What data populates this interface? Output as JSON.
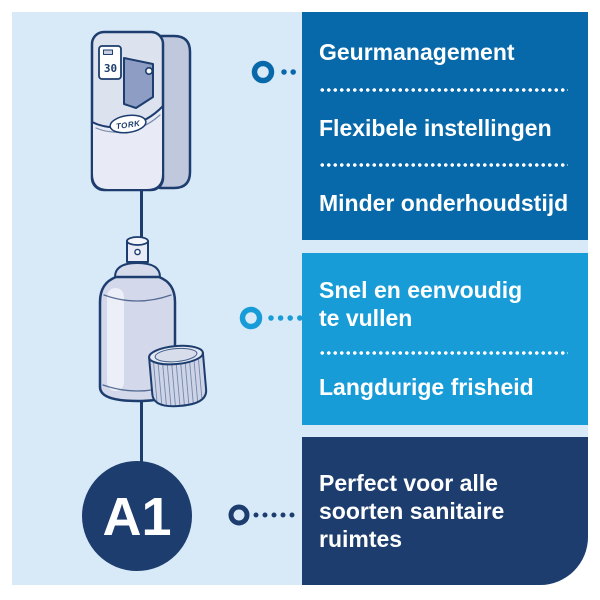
{
  "colors": {
    "background": "#D8EAF8",
    "margin": "#FFFFFF",
    "panel_top": "#0769A9",
    "panel_middle": "#189CD8",
    "panel_bottom": "#1C3D6E",
    "text_on_panels": "#FFFFFF",
    "illustration_outline": "#1C3D6E"
  },
  "illustration": {
    "brand": "TORK",
    "display_value": "30",
    "system_label": "A1",
    "icons": [
      "dispenser-illustration",
      "aerosol-can-illustration",
      "can-cap-illustration",
      "system-badge",
      "ring-connector-icon"
    ]
  },
  "panels": {
    "top": {
      "bg": "#0769A9",
      "items": [
        "Geurmanagement",
        "Flexibele instellingen",
        "Minder onderhoudstijd"
      ]
    },
    "middle": {
      "bg": "#189CD8",
      "items": [
        "Snel en eenvoudig te vullen",
        "Langdurige frisheid"
      ]
    },
    "bottom": {
      "bg": "#1C3D6E",
      "items": [
        "Perfect voor alle soorten sanitaire ruimtes"
      ]
    }
  }
}
